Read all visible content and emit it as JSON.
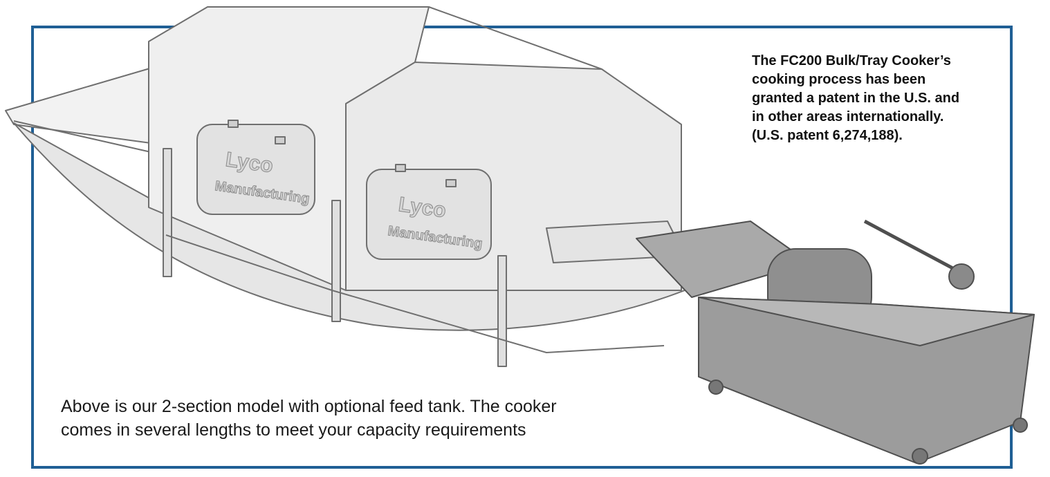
{
  "patent_note": {
    "lines": [
      "The FC200 Bulk/Tray Cooker’s",
      "cooking process has been",
      "granted a patent in the U.S. and",
      "in other areas internationally.",
      "(U.S. patent 6,274,188)."
    ]
  },
  "caption": {
    "lines": [
      "Above is our 2-section model with optional feed tank. The cooker",
      "comes in several lengths to meet your capacity requirements"
    ]
  },
  "brand": {
    "line1": "Lyco",
    "line2": "Manufacturing"
  },
  "colors": {
    "frame": "#1f5f95",
    "machine_fill": "#ececec",
    "machine_stroke": "#6f6f6f",
    "tank_fill": "#9c9c9c"
  }
}
